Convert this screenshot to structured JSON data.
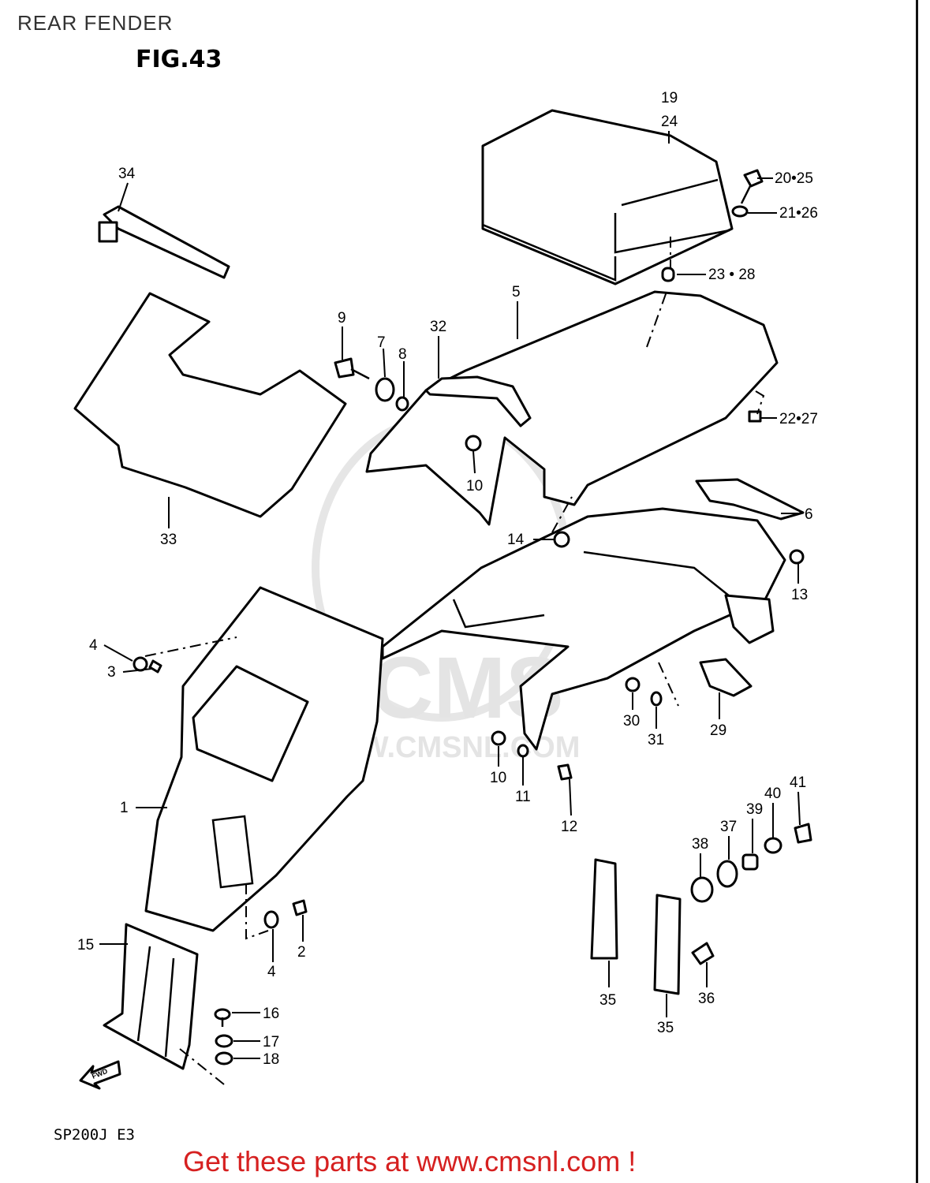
{
  "page": {
    "title": "REAR FENDER",
    "figure": "FIG.43",
    "model_code": "SP200J  E3",
    "cta": "Get these parts at www.cmsnl.com !"
  },
  "watermark": {
    "logo_text": "CMS",
    "url_text": "WWW.CMSNL.COM"
  },
  "callouts": [
    "19",
    "24",
    "20•25",
    "21•26",
    "23 • 28",
    "34",
    "5",
    "9",
    "7",
    "8",
    "32",
    "22•27",
    "10",
    "33",
    "6",
    "14",
    "13",
    "4",
    "3",
    "30",
    "31",
    "29",
    "10",
    "11",
    "12",
    "1",
    "41",
    "40",
    "39",
    "37",
    "38",
    "2",
    "4",
    "15",
    "16",
    "17",
    "18",
    "35",
    "36",
    "35"
  ],
  "colors": {
    "cta": "#d62020",
    "line": "#000000",
    "watermark": "#e4e4e4"
  },
  "icons": [
    "fwd-arrow-icon"
  ]
}
